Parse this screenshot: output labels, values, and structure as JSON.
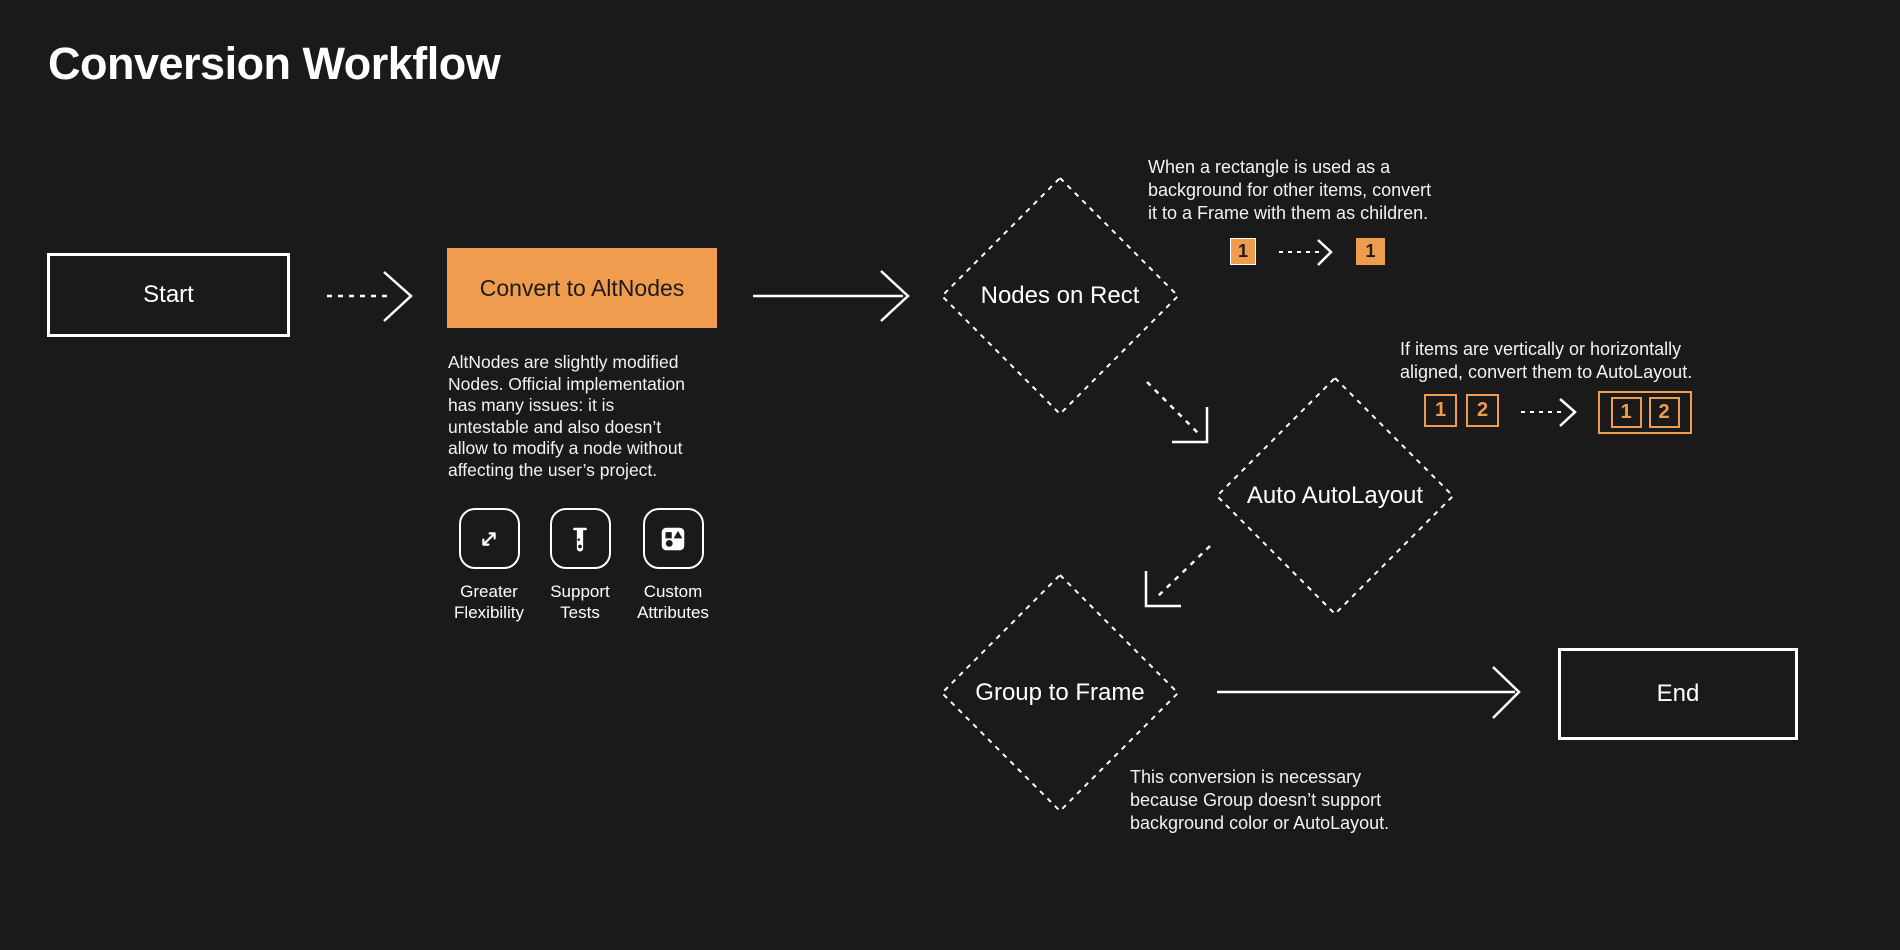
{
  "page": {
    "title": "Conversion Workflow",
    "background_color": "#1A1A1A",
    "accent_color": "#F09C4E",
    "line_color": "#FFFFFF"
  },
  "nodes": {
    "start": {
      "label": "Start"
    },
    "convert": {
      "label": "Convert to AltNodes",
      "description": "AltNodes are slightly modified\nNodes. Official implementation\nhas many issues: it is\nuntestable and also doesn’t\nallow to modify a node without\naffecting the user’s project."
    },
    "features": [
      {
        "icon": "expand-icon",
        "label": "Greater\nFlexibility"
      },
      {
        "icon": "test-tube-icon",
        "label": "Support\nTests"
      },
      {
        "icon": "shapes-icon",
        "label": "Custom\nAttributes"
      }
    ],
    "nodes_on_rect": {
      "label": "Nodes on Rect",
      "note": "When a rectangle is used as a\nbackground for other items, convert\nit to a Frame with them as children.",
      "diagram": {
        "before": "1",
        "after": "1"
      }
    },
    "auto_autolayout": {
      "label": "Auto AutoLayout",
      "note": "If items are vertically or horizontally\naligned, convert them to AutoLayout.",
      "diagram": {
        "items": [
          "1",
          "2"
        ]
      }
    },
    "group_to_frame": {
      "label": "Group to Frame",
      "note": "This conversion is necessary\nbecause Group doesn’t support\nbackground color or AutoLayout."
    },
    "end": {
      "label": "End"
    }
  }
}
